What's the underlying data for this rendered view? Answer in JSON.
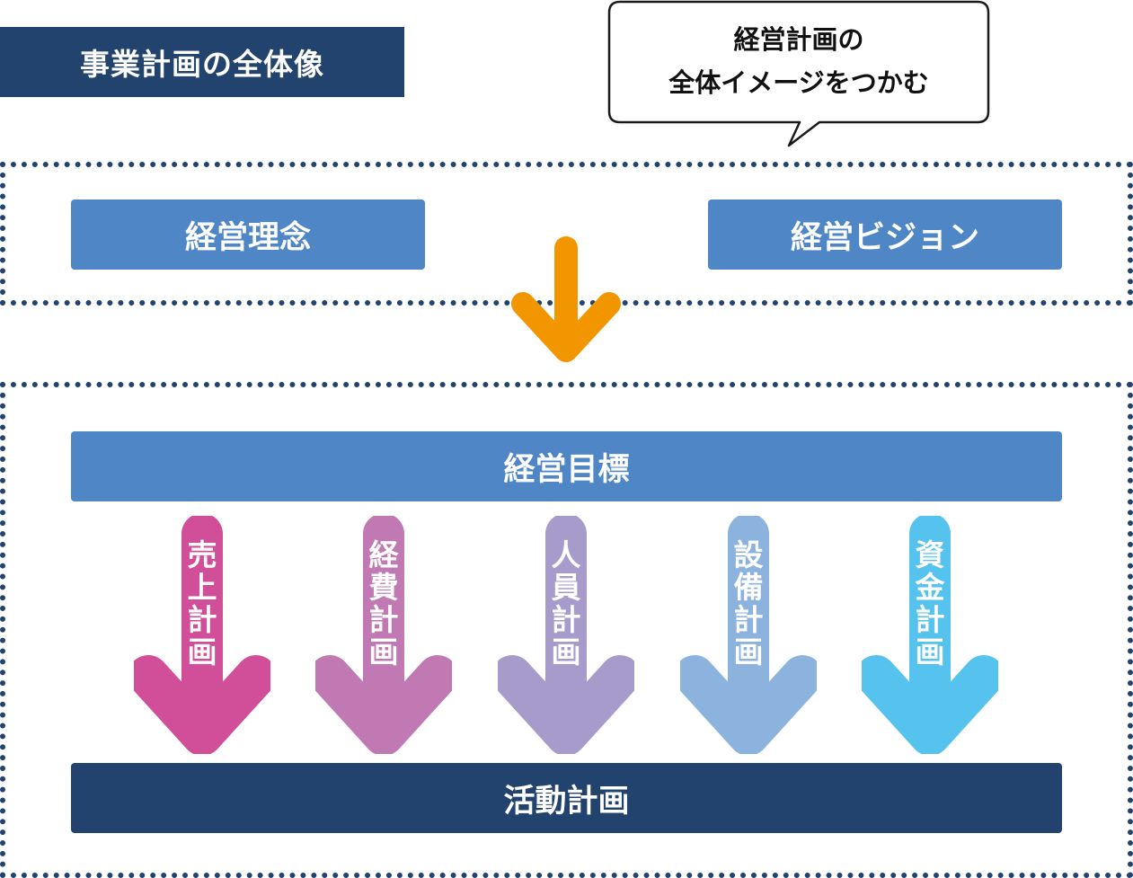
{
  "title": "事業計画の全体像",
  "bubble": {
    "line1": "経営計画の",
    "line2": "全体イメージをつかむ"
  },
  "top_section": {
    "philosophy": "経営理念",
    "vision": "経営ビジョン"
  },
  "goal": "経営目標",
  "plans": [
    {
      "chars": [
        "売",
        "上",
        "計",
        "画"
      ],
      "color": "#d14f98"
    },
    {
      "chars": [
        "経",
        "費",
        "計",
        "画"
      ],
      "color": "#c079b2"
    },
    {
      "chars": [
        "人",
        "員",
        "計",
        "画"
      ],
      "color": "#a69bcb"
    },
    {
      "chars": [
        "設",
        "備",
        "計",
        "画"
      ],
      "color": "#8cb2de"
    },
    {
      "chars": [
        "資",
        "金",
        "計",
        "画"
      ],
      "color": "#56c2ee"
    }
  ],
  "activity": "活動計画",
  "colors": {
    "navy": "#22436e",
    "blue": "#4f86c6",
    "orange": "#f29600"
  }
}
